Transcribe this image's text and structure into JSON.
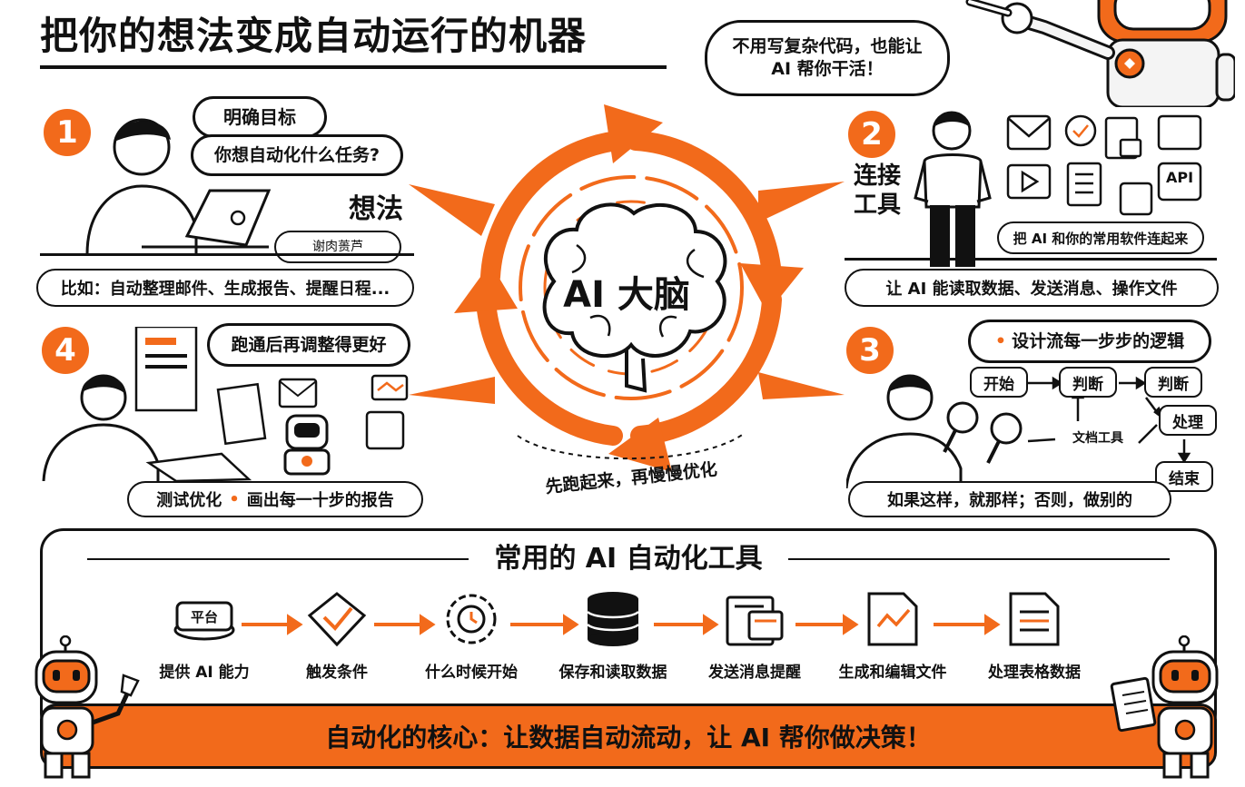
{
  "title": "把你的想法变成自动运行的机器",
  "top_bubble": {
    "line1": "不用写复杂代码，也能让",
    "line2": "AI 帮你干活！"
  },
  "center": {
    "label": "AI 大脑",
    "caption": "先跑起来，再慢慢优化"
  },
  "step1": {
    "number": "1",
    "bubble_goal": "明确目标",
    "bubble_question": "你想自动化什么任务?",
    "heading": "想法",
    "doodle_text": "谢肉蒉芦",
    "example": "比如：自动整理邮件、生成报告、提醒日程..."
  },
  "step2": {
    "number": "2",
    "heading_line1": "连接",
    "heading_line2": "工具",
    "api_label": "API",
    "connect_text": "把 AI 和你的常用软件连起来",
    "desc": "让 AI 能读取数据、发送消息、操作文件"
  },
  "step3": {
    "number": "3",
    "bubble": "设计流每一步步的逻辑",
    "flow": {
      "start": "开始",
      "judge1": "判断",
      "judge2": "判断",
      "process": "处理",
      "doc_tool": "文档工具",
      "end": "结束"
    },
    "desc": "如果这样，就那样；否则，做别的"
  },
  "step4": {
    "number": "4",
    "bubble": "跑通后再调整得更好",
    "desc_a": "测试优化",
    "desc_sep": "•",
    "desc_b": "画出每一十步的报告"
  },
  "tools_section": {
    "heading": "常用的 AI 自动化工具",
    "items": [
      {
        "icon": "platform-icon",
        "icon_text": "平台",
        "label": "提供 AI 能力"
      },
      {
        "icon": "trigger-icon",
        "label": "触发条件"
      },
      {
        "icon": "clock-gear-icon",
        "label": "什么时候开始"
      },
      {
        "icon": "database-icon",
        "label": "保存和读取数据"
      },
      {
        "icon": "message-icon",
        "label": "发送消息提醒"
      },
      {
        "icon": "document-edit-icon",
        "label": "生成和编辑文件"
      },
      {
        "icon": "spreadsheet-icon",
        "label": "处理表格数据"
      }
    ],
    "bottom_banner": "自动化的核心：让数据自动流动，让 AI 帮你做决策！"
  },
  "colors": {
    "accent": "#f26a1b",
    "ink": "#111111",
    "background": "#ffffff"
  }
}
